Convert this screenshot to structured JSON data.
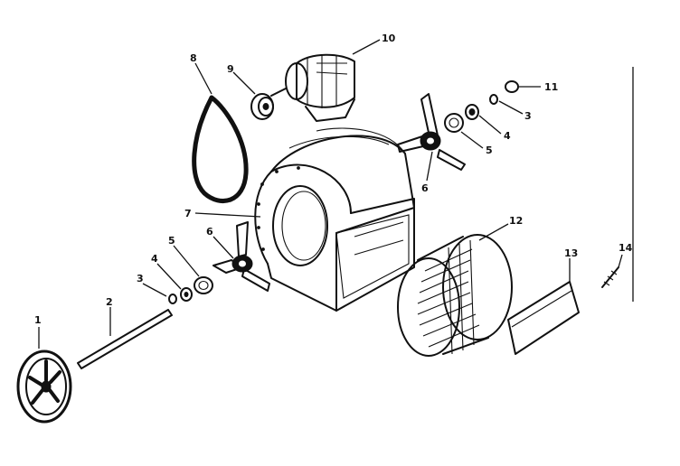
{
  "diagram": {
    "callouts": [
      "1",
      "2",
      "3",
      "4",
      "5",
      "6",
      "7",
      "8",
      "9",
      "10",
      "11",
      "3",
      "4",
      "5",
      "6",
      "12",
      "13",
      "14"
    ]
  }
}
